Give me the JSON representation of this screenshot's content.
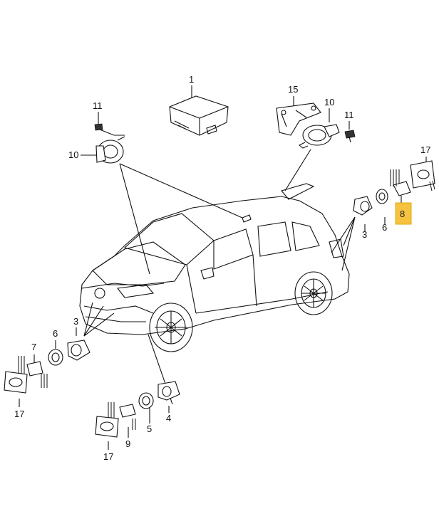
{
  "callouts": {
    "c1": "1",
    "c15": "15",
    "c10a": "10",
    "c11a": "11",
    "c11b": "11",
    "c10b": "10",
    "c17a": "17",
    "c8": "8",
    "c3a": "3",
    "c6a": "6",
    "c7": "7",
    "c6b": "6",
    "c3b": "3",
    "c17b": "17",
    "c4": "4",
    "c5": "5",
    "c9": "9",
    "c17c": "17"
  },
  "colors": {
    "highlight_fill": "#f6c340",
    "highlight_border": "#e0a818",
    "line": "#111111"
  }
}
